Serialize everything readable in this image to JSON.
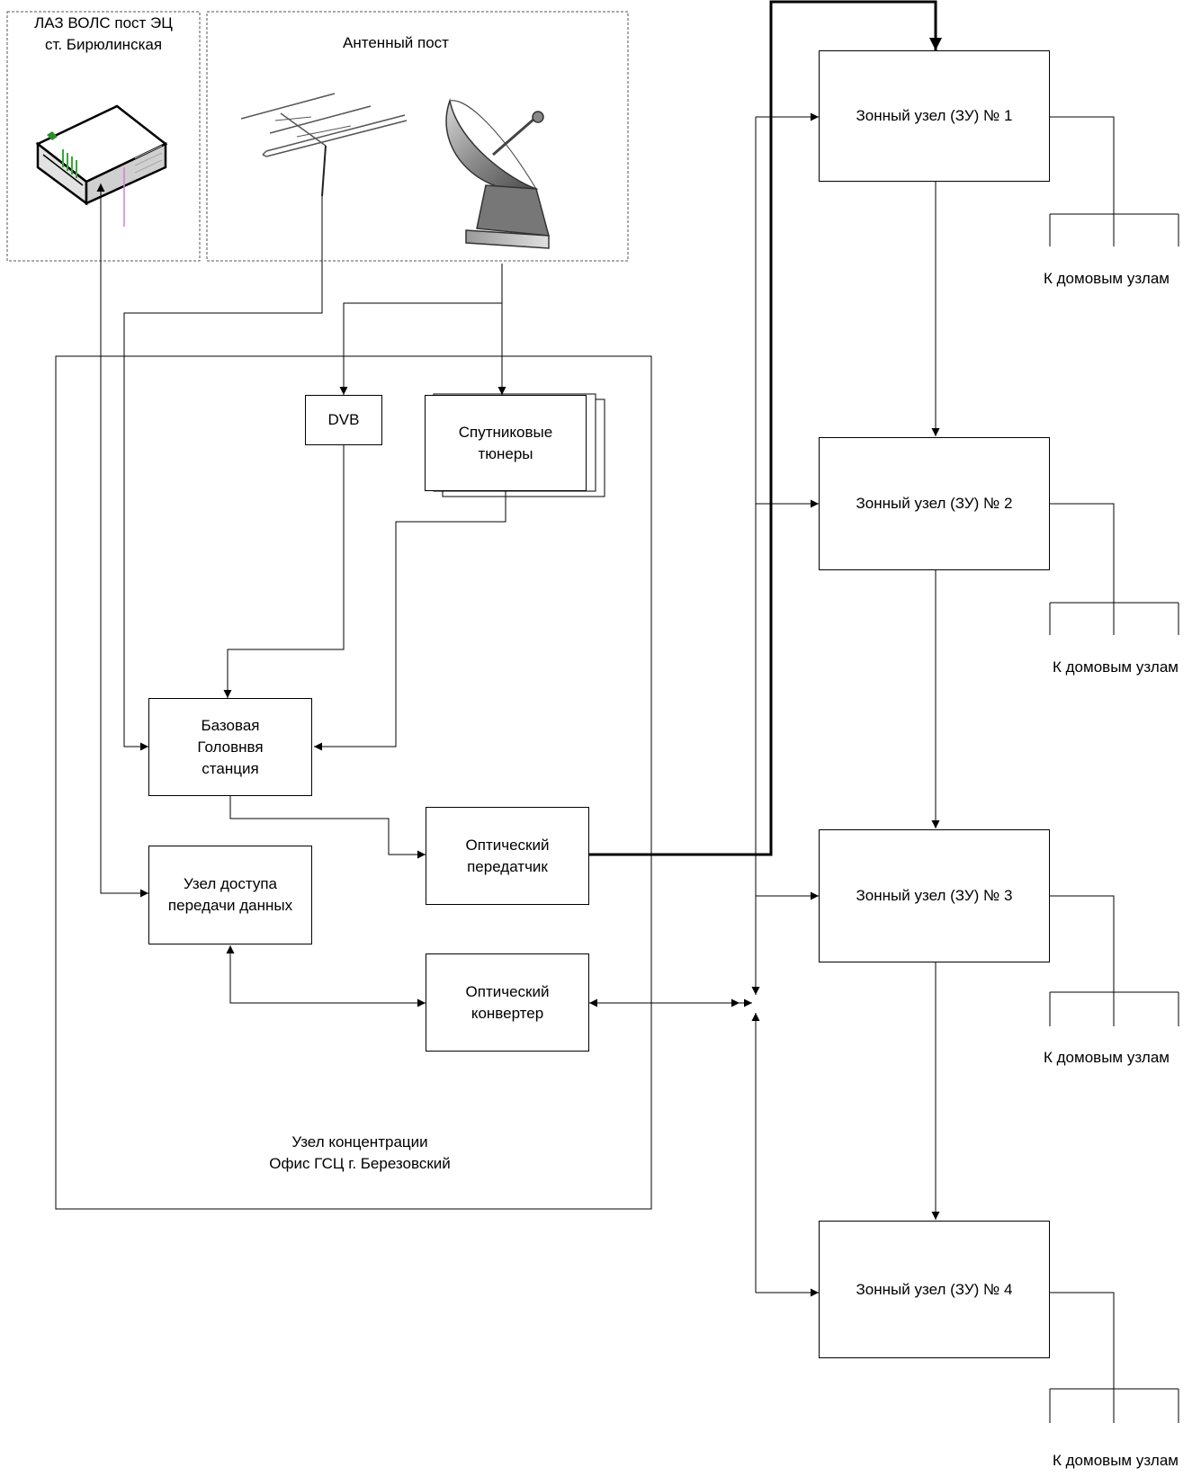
{
  "groups": {
    "laz": "ЛАЗ ВОЛС пост ЭЦ\nст. Бирюлинская",
    "antenna": "Антенный пост",
    "hub": "Узел концентрации\nОфис ГСЦ г. Березовский"
  },
  "nodes": {
    "dvb": "DVB",
    "sat_tuners": "Спутниковые\nтюнеры",
    "headend": "Базовая\nГоловнвя\nстанция",
    "data_access": "Узел доступа\nпередачи данных",
    "opt_tx": "Оптический\nпередатчик",
    "opt_conv": "Оптический\nконвертер",
    "zone1": "Зонный узел (ЗУ) № 1",
    "zone2": "Зонный узел (ЗУ) № 2",
    "zone3": "Зонный узел (ЗУ) № 3",
    "zone4": "Зонный узел (ЗУ) № 4"
  },
  "house_labels": [
    "К домовым узлам",
    "К домовым узлам",
    "К домовым узлам",
    "К домовым узлам"
  ],
  "icons": [
    "switch-icon",
    "tv-antenna-icon",
    "satellite-dish-icon"
  ]
}
